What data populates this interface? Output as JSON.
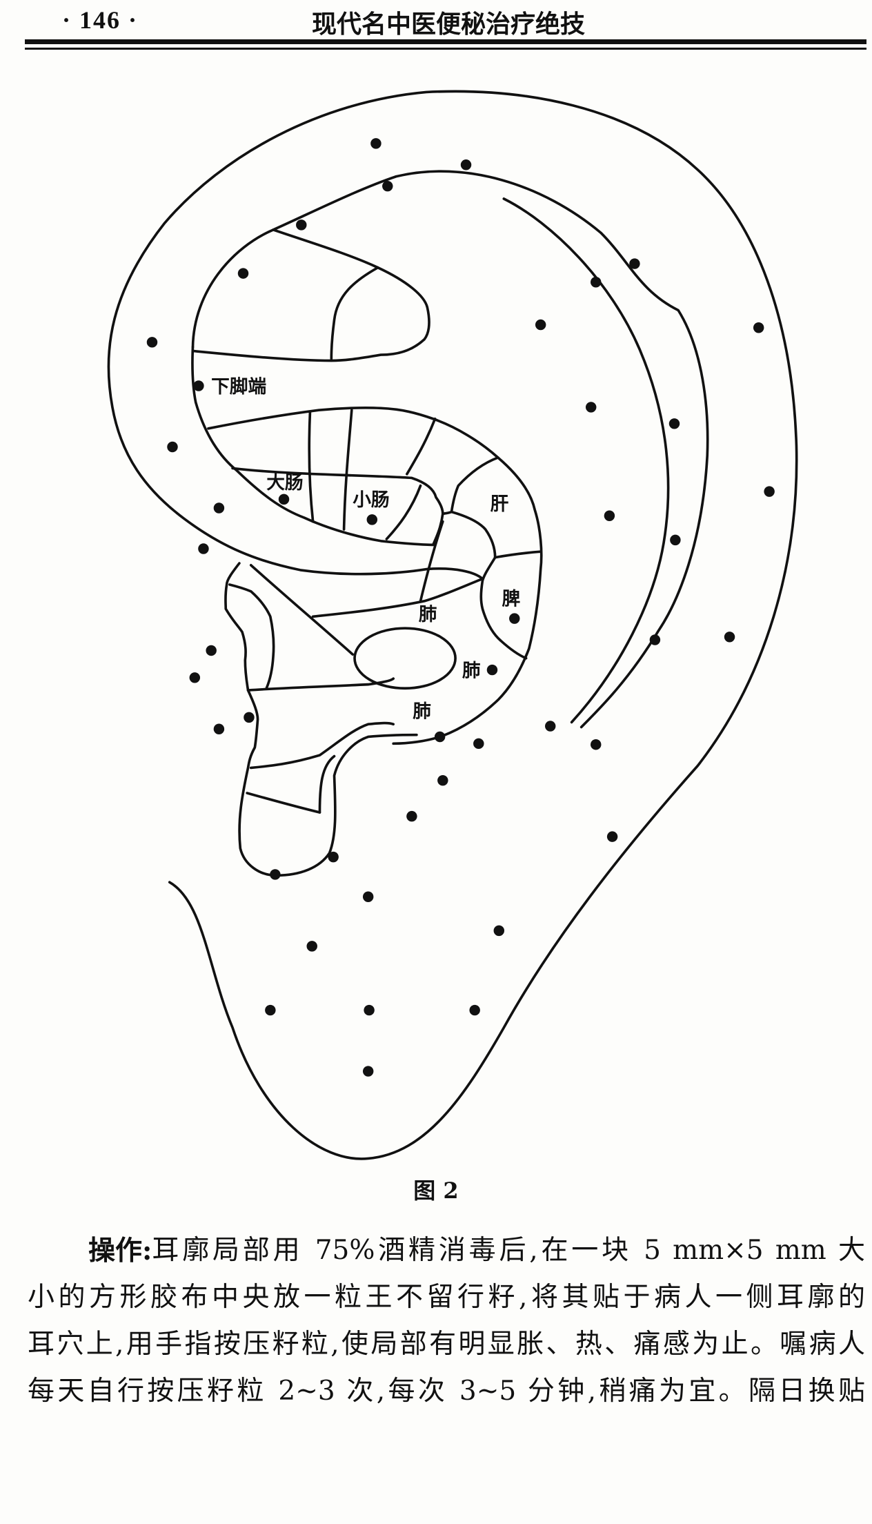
{
  "header": {
    "page_number": "· 146 ·",
    "book_title": "现代名中医便秘治疗绝技"
  },
  "figure": {
    "caption": "图 2",
    "labels": {
      "xiajiaoduan": "下脚端",
      "dachang": "大肠",
      "xiaochang": "小肠",
      "gan": "肝",
      "pi": "脾",
      "fei_1": "肺",
      "fei_2": "肺",
      "fei_3": "肺"
    }
  },
  "body": {
    "lead": "操作:",
    "lines": [
      "耳廓局部用 75%酒精消毒后,在一块 5 mm×5 mm 大",
      "小的方形胶布中央放一粒王不留行籽,将其贴于病人一侧耳廓的",
      "耳穴上,用手指按压籽粒,使局部有明显胀、热、痛感为止。嘱病人",
      "每天自行按压籽粒 2~3 次,每次 3~5 分钟,稍痛为宜。隔日换贴"
    ]
  }
}
